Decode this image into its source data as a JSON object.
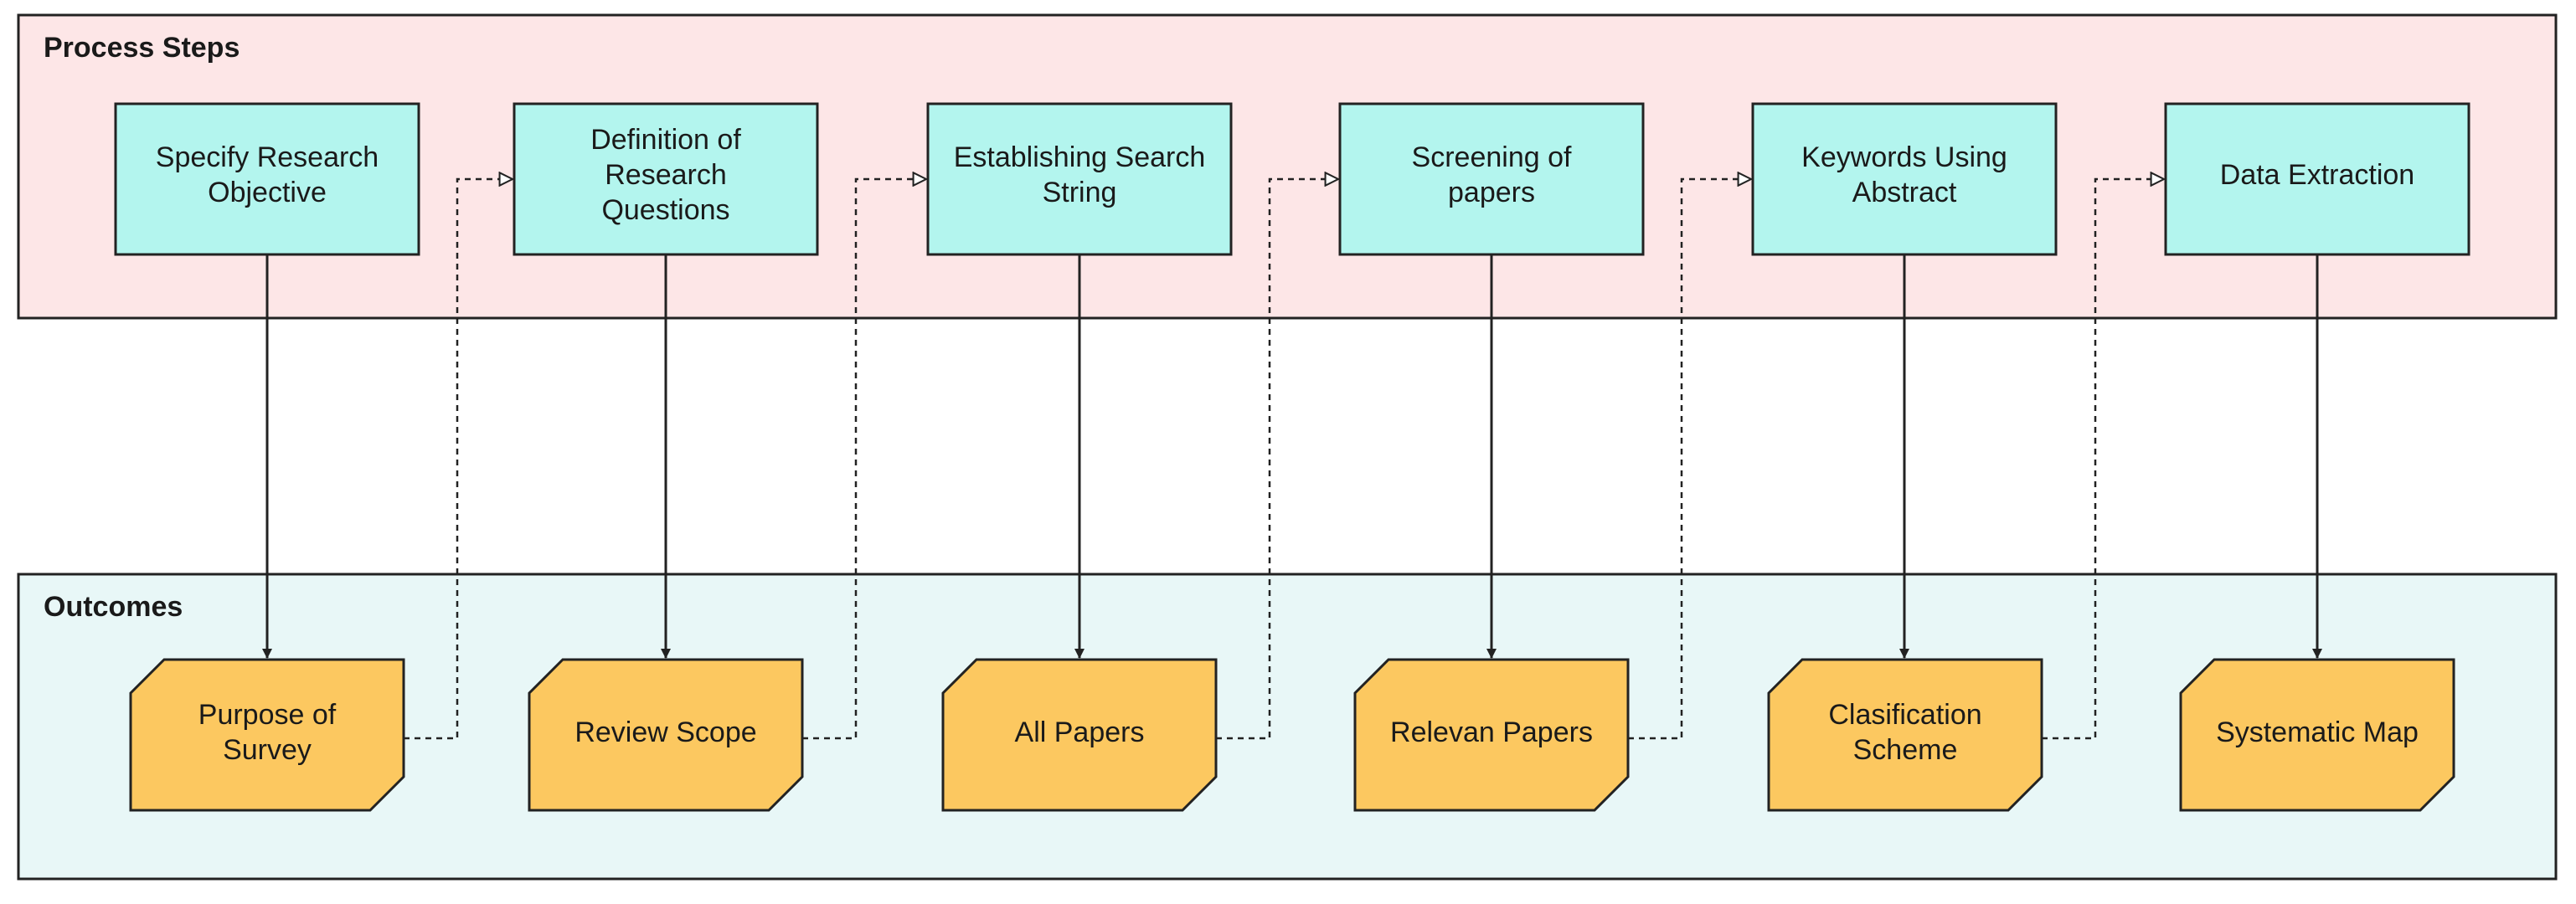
{
  "lanes": {
    "process": {
      "title": "Process Steps",
      "fill": "#fde6e7"
    },
    "outcomes": {
      "title": "Outcomes",
      "fill": "#e8f7f7"
    }
  },
  "steps": [
    {
      "lines": [
        "Specify Research",
        "Objective"
      ]
    },
    {
      "lines": [
        "Definition of",
        "Research",
        "Questions"
      ]
    },
    {
      "lines": [
        "Establishing Search",
        "String"
      ]
    },
    {
      "lines": [
        "Screening of",
        "papers"
      ]
    },
    {
      "lines": [
        "Keywords Using",
        "Abstract"
      ]
    },
    {
      "lines": [
        "Data Extraction"
      ]
    }
  ],
  "outcomes": [
    {
      "lines": [
        "Purpose of",
        "Survey"
      ]
    },
    {
      "lines": [
        "Review Scope"
      ]
    },
    {
      "lines": [
        "All Papers"
      ]
    },
    {
      "lines": [
        "Relevan Papers"
      ]
    },
    {
      "lines": [
        "Clasification",
        "Scheme"
      ]
    },
    {
      "lines": [
        "Systematic Map"
      ]
    }
  ],
  "colors": {
    "step_fill": "#b3f5ee",
    "outcome_fill": "#fcc860",
    "stroke": "#222222"
  }
}
